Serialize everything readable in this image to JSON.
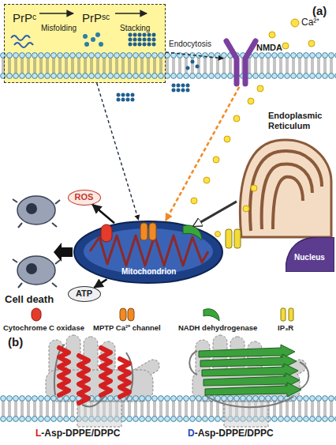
{
  "diagram": {
    "nodes": [
      {
        "text": [
          "PrPᶜ",
          "Misfolding",
          "PrPˢᶜ",
          "Stacking"
        ]
      },
      {
        "text": [
          "NMDA"
        ]
      },
      {
        "text": [
          "Endoplasmic Reticulum"
        ]
      },
      {
        "text": [
          "Nucleus"
        ]
      },
      {
        "text": [
          "Mitochondrion"
        ]
      },
      {
        "text": [
          "ROS"
        ]
      },
      {
        "text": [
          "ATP"
        ]
      }
    ],
    "edges": [
      {
        "from": 0,
        "to": 1,
        "arrow": "to"
      },
      {
        "from": 0,
        "to": 4,
        "arrow": "to"
      },
      {
        "from": 1,
        "to": 4,
        "arrow": "to"
      },
      {
        "from": 2,
        "to": 4,
        "arrow": "to"
      },
      {
        "from": 4,
        "to": 5,
        "arrow": "to"
      },
      {
        "from": 4,
        "to": 6,
        "arrow": "to"
      }
    ],
    "labels": [
      "(a)",
      "Ca²⁺",
      "Endocytosis",
      "Cell death",
      "(b)",
      "L-Asp-DPPE/DPPC",
      "D-Asp-DPPE/DPPC"
    ],
    "legend": [
      {
        "text": "Cytochrome C oxidase"
      },
      {
        "text": "MPTP Ca²⁺ channel"
      },
      {
        "text": "NADH dehydrogenase"
      },
      {
        "text": "IP₃R"
      }
    ]
  }
}
